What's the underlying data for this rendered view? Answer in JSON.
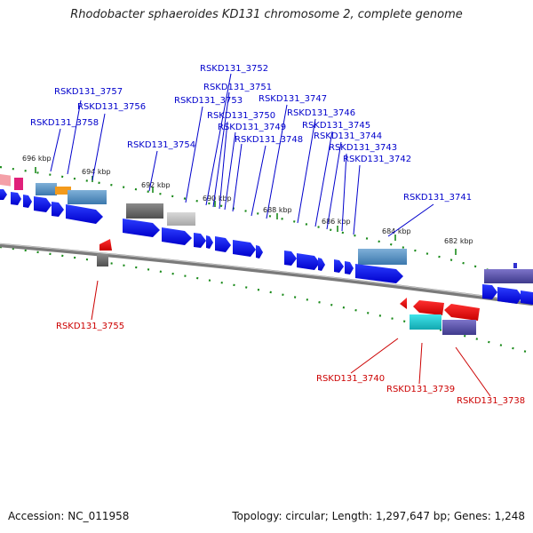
{
  "title": "Rhodobacter sphaeroides KD131 chromosome 2, complete genome",
  "footer": {
    "accession": "Accession: NC_011958",
    "summary": "Topology: circular; Length: 1,297,647 bp; Genes: 1,248"
  },
  "scale_labels": [
    "696 kbp",
    "694 kbp",
    "692 kbp",
    "690 kbp",
    "688 kbp",
    "686 kbp",
    "684 kbp",
    "682 kbp"
  ],
  "forward_genes": [
    "RSKD131_3758",
    "RSKD131_3757",
    "RSKD131_3756",
    "RSKD131_3754",
    "RSKD131_3753",
    "RSKD131_3752",
    "RSKD131_3751",
    "RSKD131_3750",
    "RSKD131_3749",
    "RSKD131_3748",
    "RSKD131_3747",
    "RSKD131_3746",
    "RSKD131_3745",
    "RSKD131_3744",
    "RSKD131_3743",
    "RSKD131_3742",
    "RSKD131_3741"
  ],
  "reverse_genes": [
    "RSKD131_3755",
    "RSKD131_3740",
    "RSKD131_3739",
    "RSKD131_3738"
  ],
  "colors": {
    "forward_label": "#0000cc",
    "reverse_label": "#cc0000",
    "cds_forward": "#0a1ee6",
    "cds_reverse": "#ee0000",
    "backbone": "#808080",
    "tick": "#1a8a1a"
  }
}
